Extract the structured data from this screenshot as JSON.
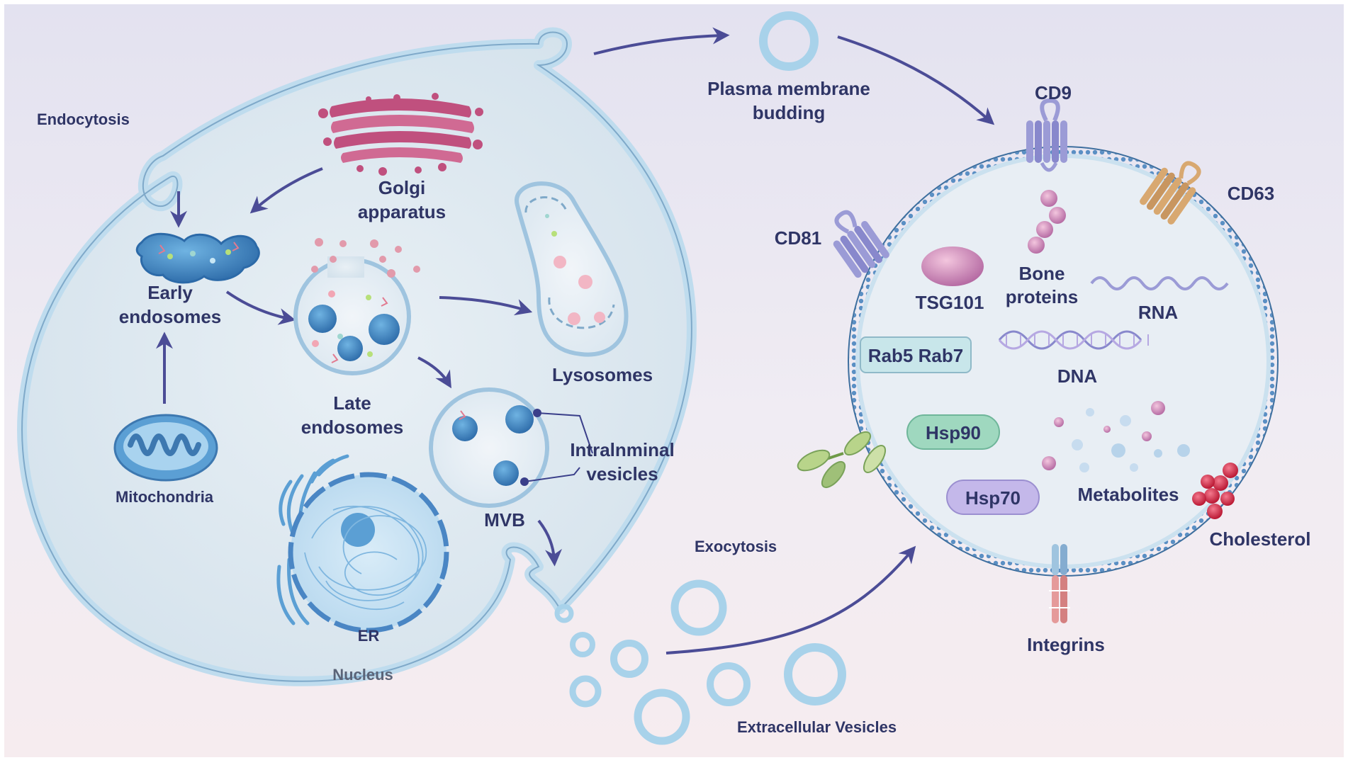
{
  "labels": {
    "endocytosis": "Endocytosis",
    "golgi_line1": "Golgi",
    "golgi_line2": "apparatus",
    "early_line1": "Early",
    "early_line2": "endosomes",
    "late_line1": "Late",
    "late_line2": "endosomes",
    "lysosomes": "Lysosomes",
    "ilv_line1": "Intralnminal",
    "ilv_line2": "vesicles",
    "mvb": "MVB",
    "mitochondria": "Mitochondria",
    "er": "ER",
    "nucleus": "Nucleus",
    "budding_line1": "Plasma membrane",
    "budding_line2": "budding",
    "exocytosis": "Exocytosis",
    "extracellular_vesicles": "Extracellular Vesicles",
    "cd9": "CD9",
    "cd63": "CD63",
    "cd81": "CD81",
    "tsg101": "TSG101",
    "bone_line1": "Bone",
    "bone_line2": "proteins",
    "rna": "RNA",
    "rab": "Rab5 Rab7",
    "dna": "DNA",
    "hsp90": "Hsp90",
    "hsp70": "Hsp70",
    "metabolites": "Metabolites",
    "cholesterol": "Cholesterol",
    "integrins": "Integrins"
  },
  "colors": {
    "text": "#2f3566",
    "arrow": "#4b4c96",
    "membrane": "#bfdcee",
    "cell_fill": "#dde8f0",
    "golgi": "#c0507e",
    "endosome": "#3f86c3",
    "cd9": "#9b9bd6",
    "cd63": "#d8a870",
    "cholesterol": "#d0203e",
    "hsp90": "#8fd2b6",
    "hsp70": "#b6a8e2",
    "rab": "#c8e6ea"
  }
}
